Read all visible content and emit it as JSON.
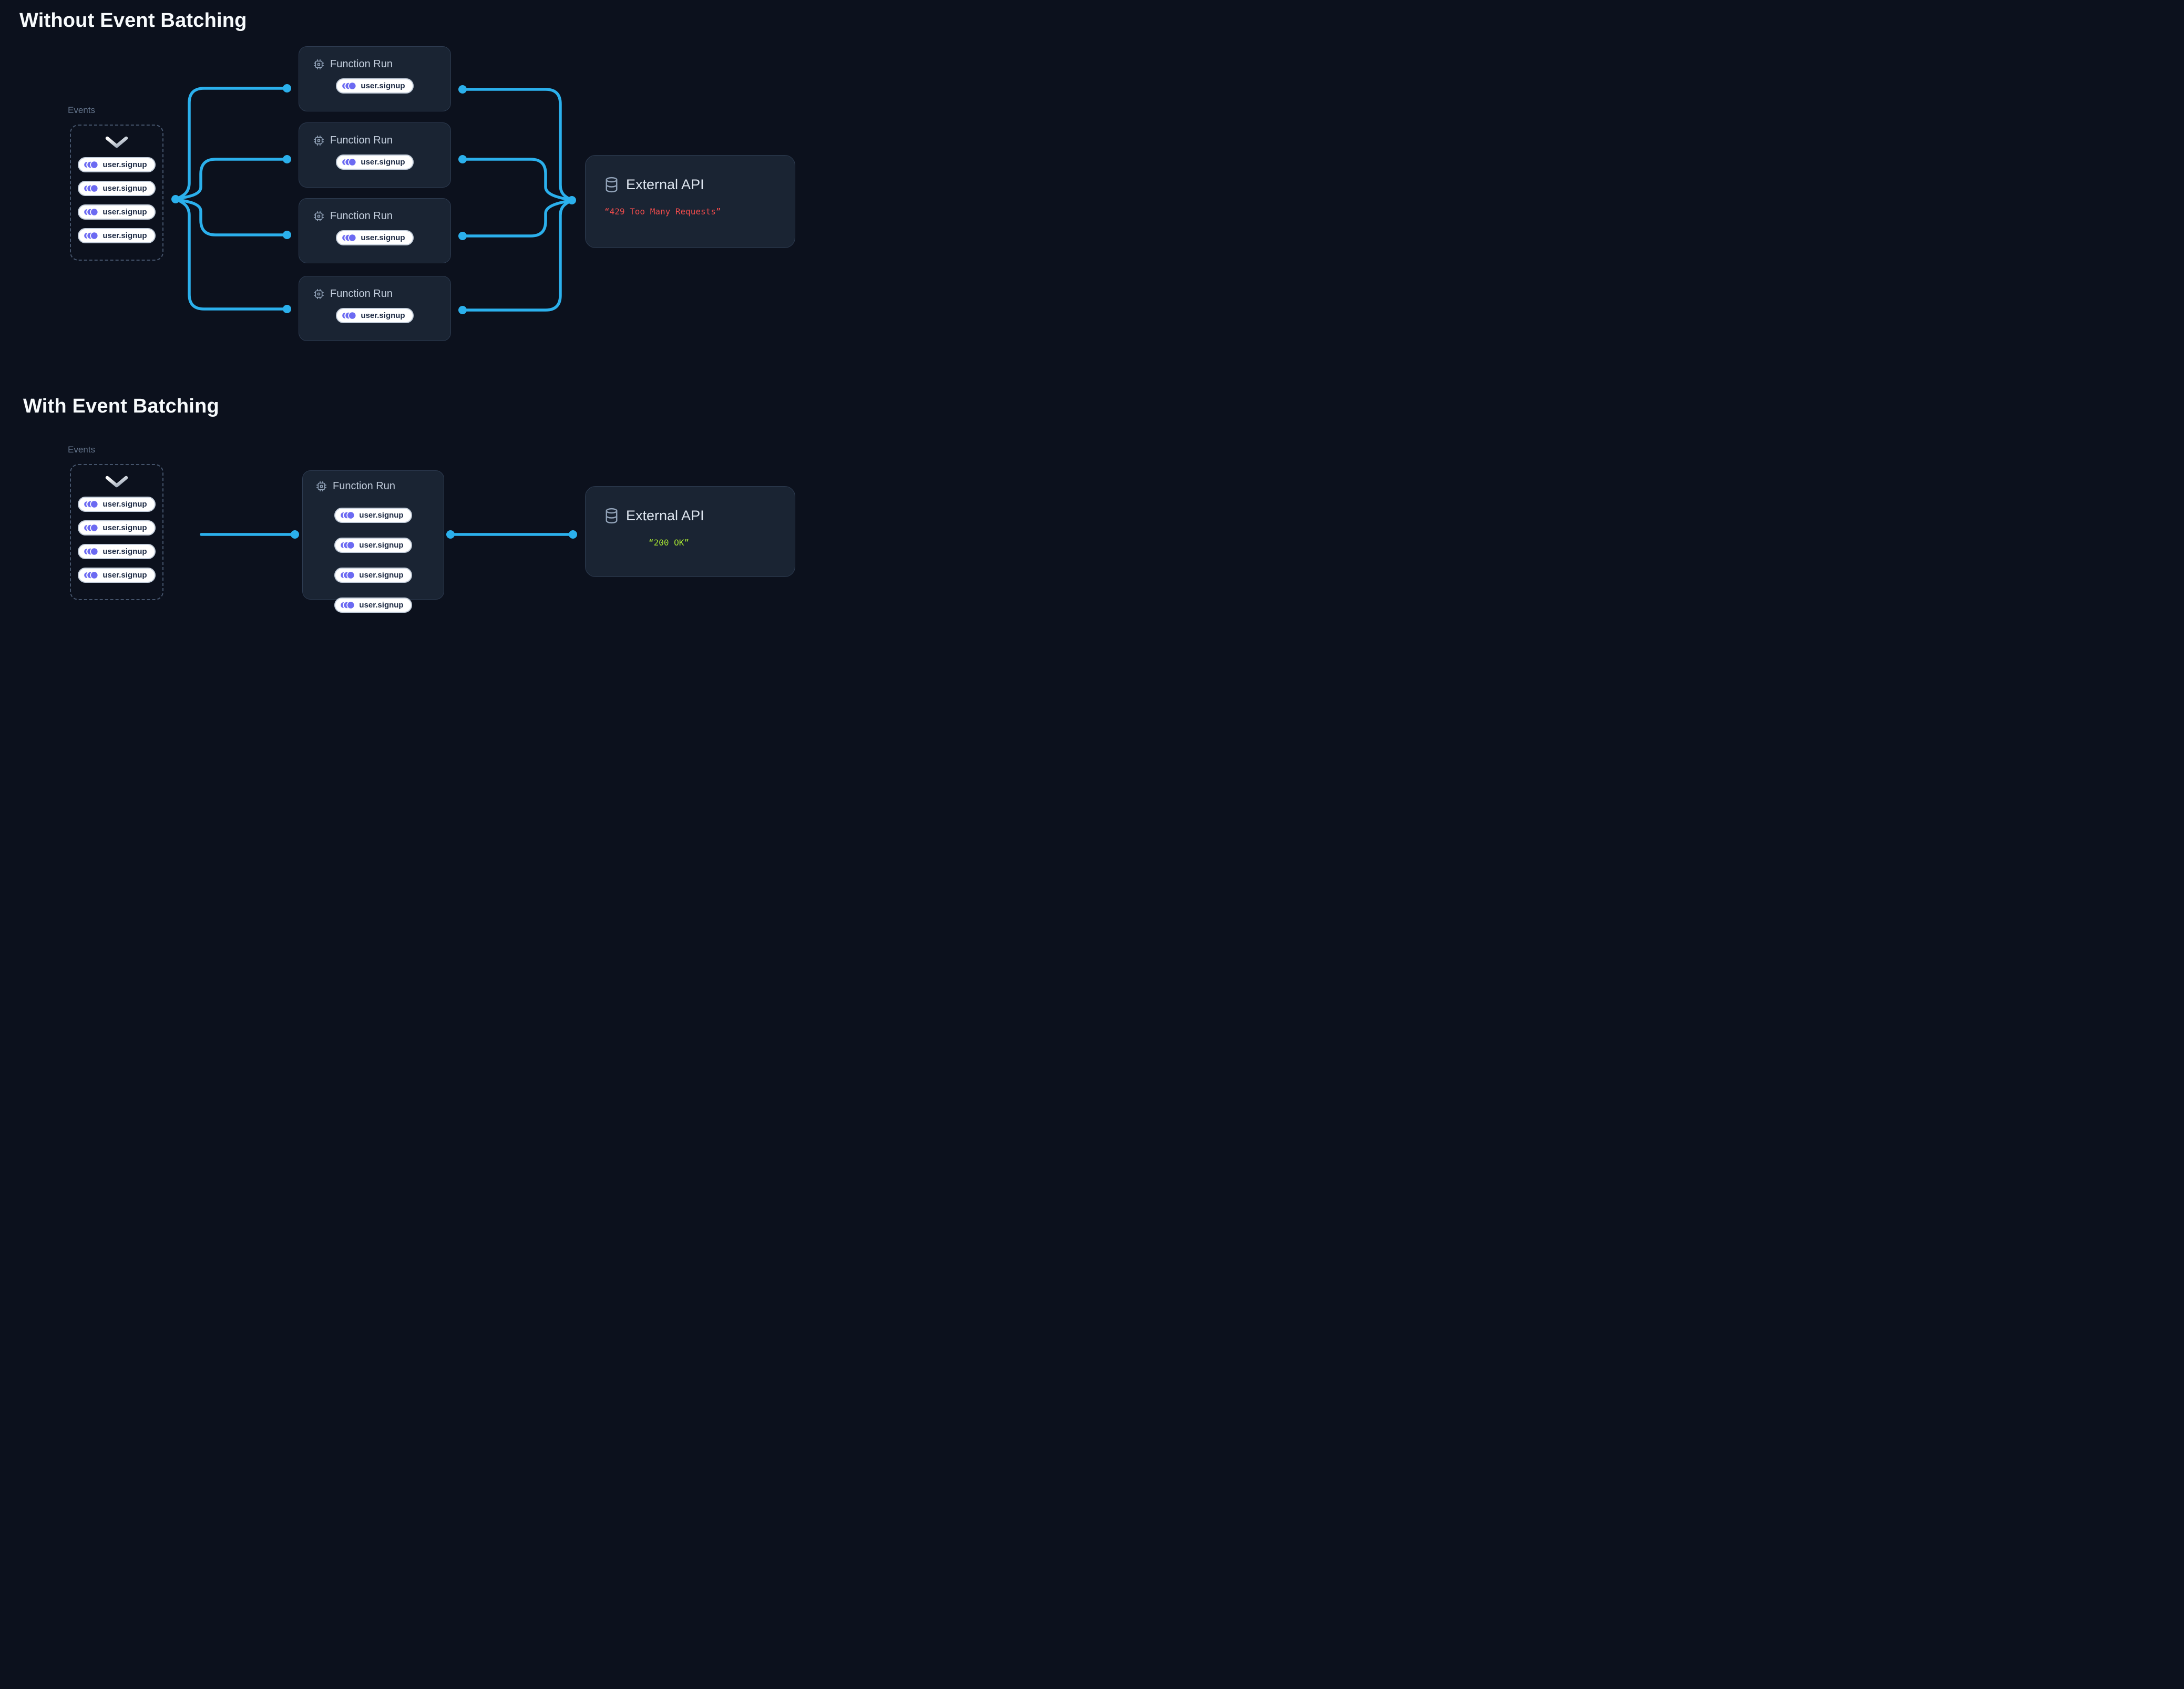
{
  "colors": {
    "background": "#0c111d",
    "card_background": "#1a2433",
    "card_border": "#2d3b50",
    "dashed_border": "#45546b",
    "connector": "#2bb0ec",
    "event_icon": "#6c6af2",
    "pill_background": "#ffffff",
    "pill_border": "#c3cdda",
    "pill_text": "#1d2a44",
    "section_title": "#f7fafc",
    "muted_label": "#64748b",
    "card_title": "#c3cedd",
    "api_title": "#dde5ef",
    "icon_muted": "#91a2b8",
    "error_text": "#f04c4c",
    "success_text": "#a5e233"
  },
  "icons": {
    "events_box": "chevron-down-icon",
    "event_pill": "event-pulse-icon",
    "function_run": "cpu-icon",
    "external_api": "database-icon"
  },
  "sections": [
    {
      "title": "Without Event Batching",
      "events": {
        "label": "Events",
        "pills": [
          "user.signup",
          "user.signup",
          "user.signup",
          "user.signup"
        ]
      },
      "function_runs": [
        {
          "title": "Function Run",
          "pills": [
            "user.signup"
          ]
        },
        {
          "title": "Function Run",
          "pills": [
            "user.signup"
          ]
        },
        {
          "title": "Function Run",
          "pills": [
            "user.signup"
          ]
        },
        {
          "title": "Function Run",
          "pills": [
            "user.signup"
          ]
        }
      ],
      "external_api": {
        "title": "External API",
        "response": "“429 Too Many Requests”",
        "status": "error"
      }
    },
    {
      "title": "With Event Batching",
      "events": {
        "label": "Events",
        "pills": [
          "user.signup",
          "user.signup",
          "user.signup",
          "user.signup"
        ]
      },
      "function_runs": [
        {
          "title": "Function Run",
          "pills": [
            "user.signup",
            "user.signup",
            "user.signup",
            "user.signup"
          ]
        }
      ],
      "external_api": {
        "title": "External API",
        "response": "“200 OK”",
        "status": "success"
      }
    }
  ]
}
